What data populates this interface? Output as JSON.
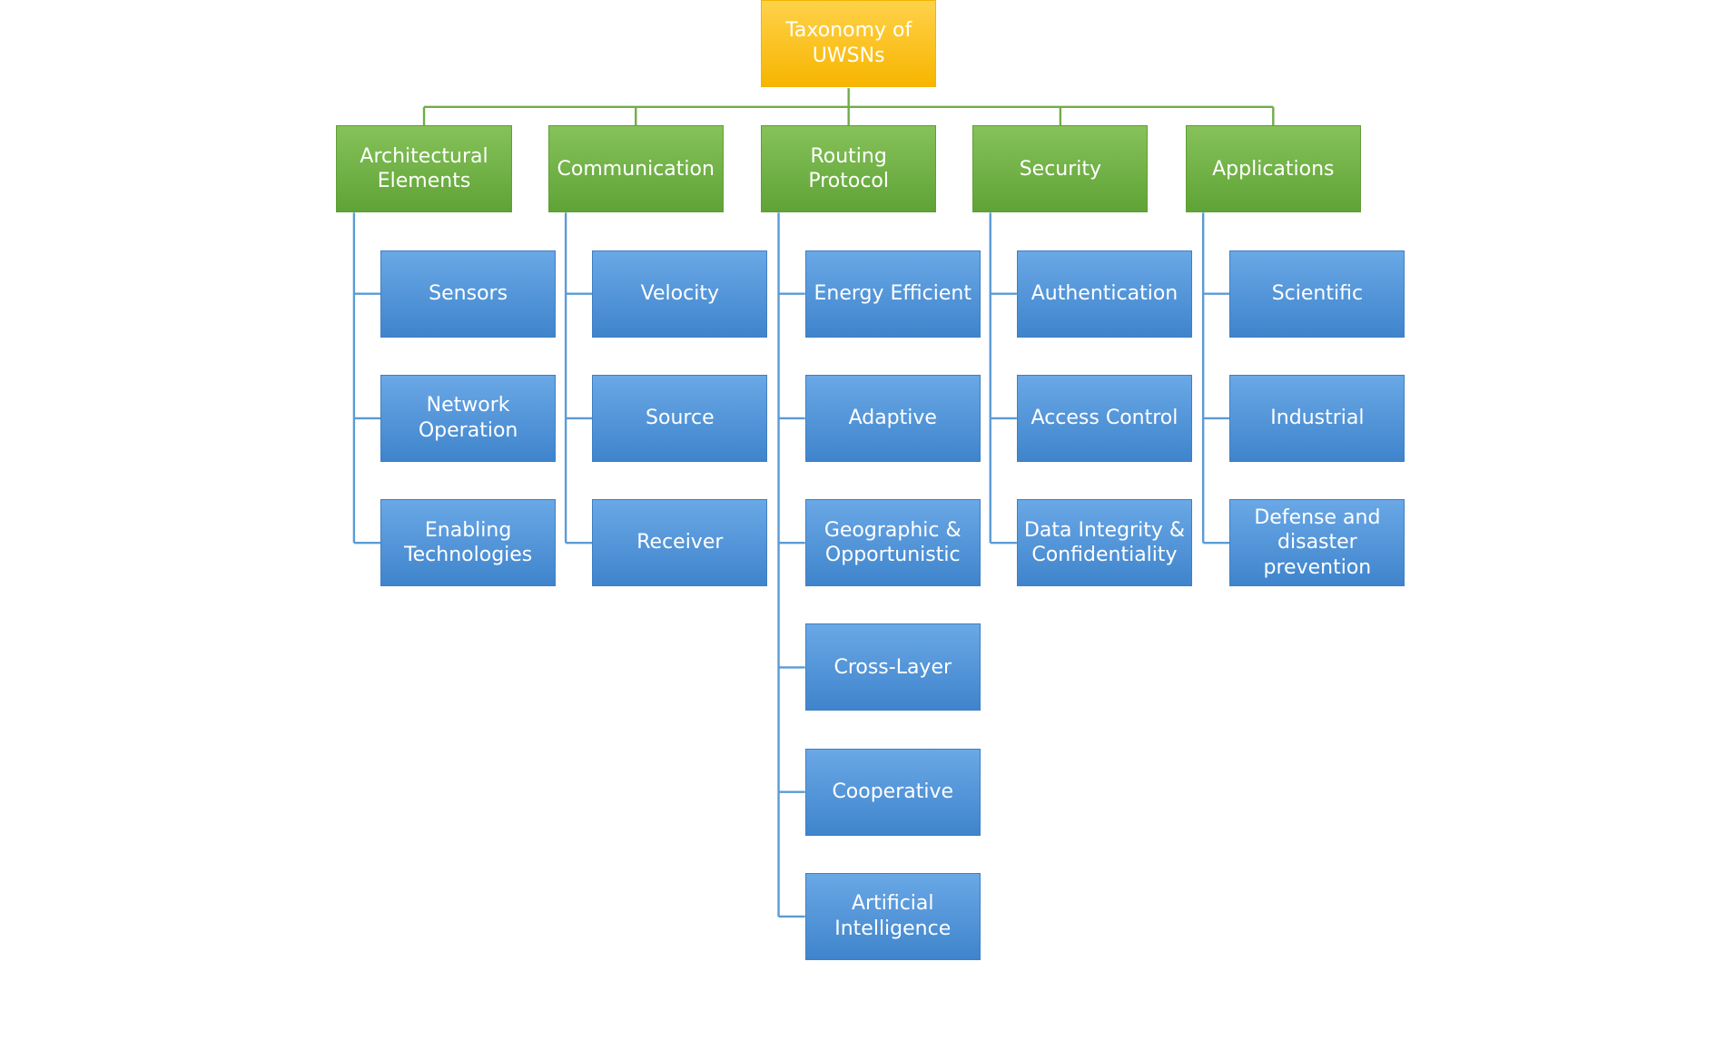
{
  "root": "Taxonomy of UWSNs",
  "categories": [
    {
      "label": "Architectural Elements",
      "children": [
        "Sensors",
        "Network Operation",
        "Enabling Technologies"
      ]
    },
    {
      "label": "Communication",
      "children": [
        "Velocity",
        "Source",
        "Receiver"
      ]
    },
    {
      "label": "Routing Protocol",
      "children": [
        "Energy Efficient",
        "Adaptive",
        "Geographic & Opportunistic",
        "Cross-Layer",
        "Cooperative",
        "Artificial Intelligence"
      ]
    },
    {
      "label": "Security",
      "children": [
        "Authentication",
        "Access Control",
        "Data Integrity & Confidentiality"
      ]
    },
    {
      "label": "Applications",
      "children": [
        "Scientific",
        "Industrial",
        "Defense and disaster prevention"
      ]
    }
  ],
  "colors": {
    "root": "#f7b500",
    "category": "#6aad3f",
    "leaf": "#4a8fd6",
    "root_connector": "#70ad47",
    "leaf_connector": "#5b9bd5"
  }
}
